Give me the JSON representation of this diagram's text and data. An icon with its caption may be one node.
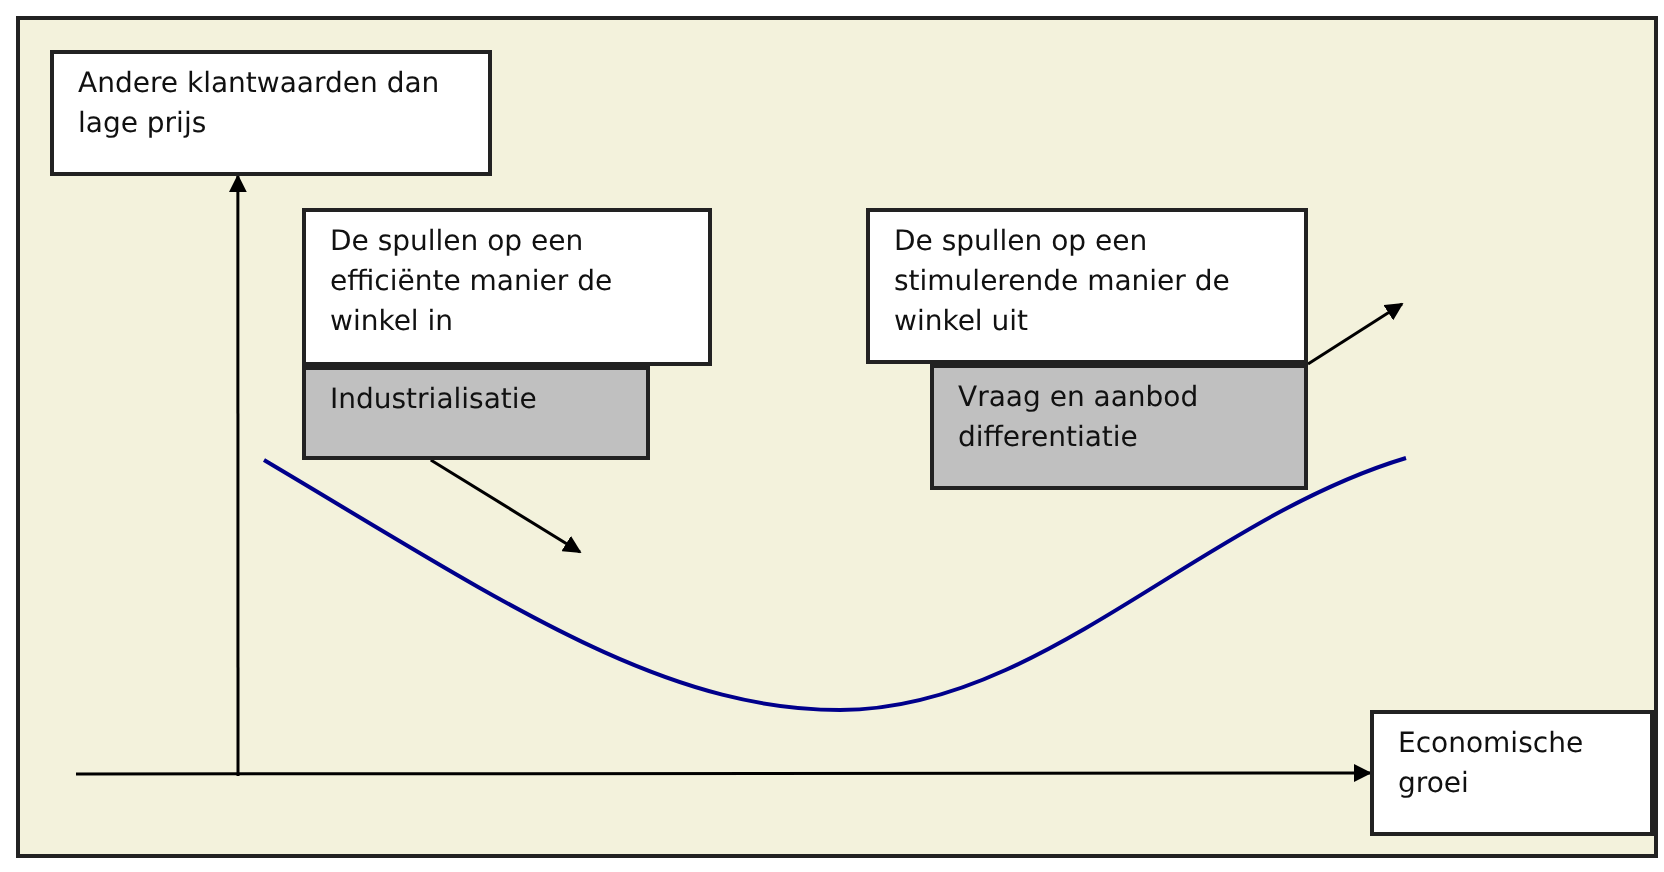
{
  "diagram": {
    "nodes": [
      {
        "text": [
          "Andere klantwaarden dan lage prijs"
        ]
      },
      {
        "text": [
          "De spullen op een efficiënte manier de winkel in"
        ]
      },
      {
        "text": [
          "Industrialisatie"
        ]
      },
      {
        "text": [
          "De spullen op een stimulerende manier de winkel uit"
        ]
      },
      {
        "text": [
          "Vraag en aanbod differentiatie"
        ]
      },
      {
        "text": [
          "Economische groei"
        ]
      }
    ],
    "edges": [
      {
        "from": null,
        "to": 0,
        "arrow": "to"
      },
      {
        "from": null,
        "to": 5,
        "arrow": "to"
      },
      {
        "from": 2,
        "to": null,
        "arrow": "to"
      },
      {
        "from": 3,
        "to": null,
        "arrow": "to"
      }
    ]
  }
}
